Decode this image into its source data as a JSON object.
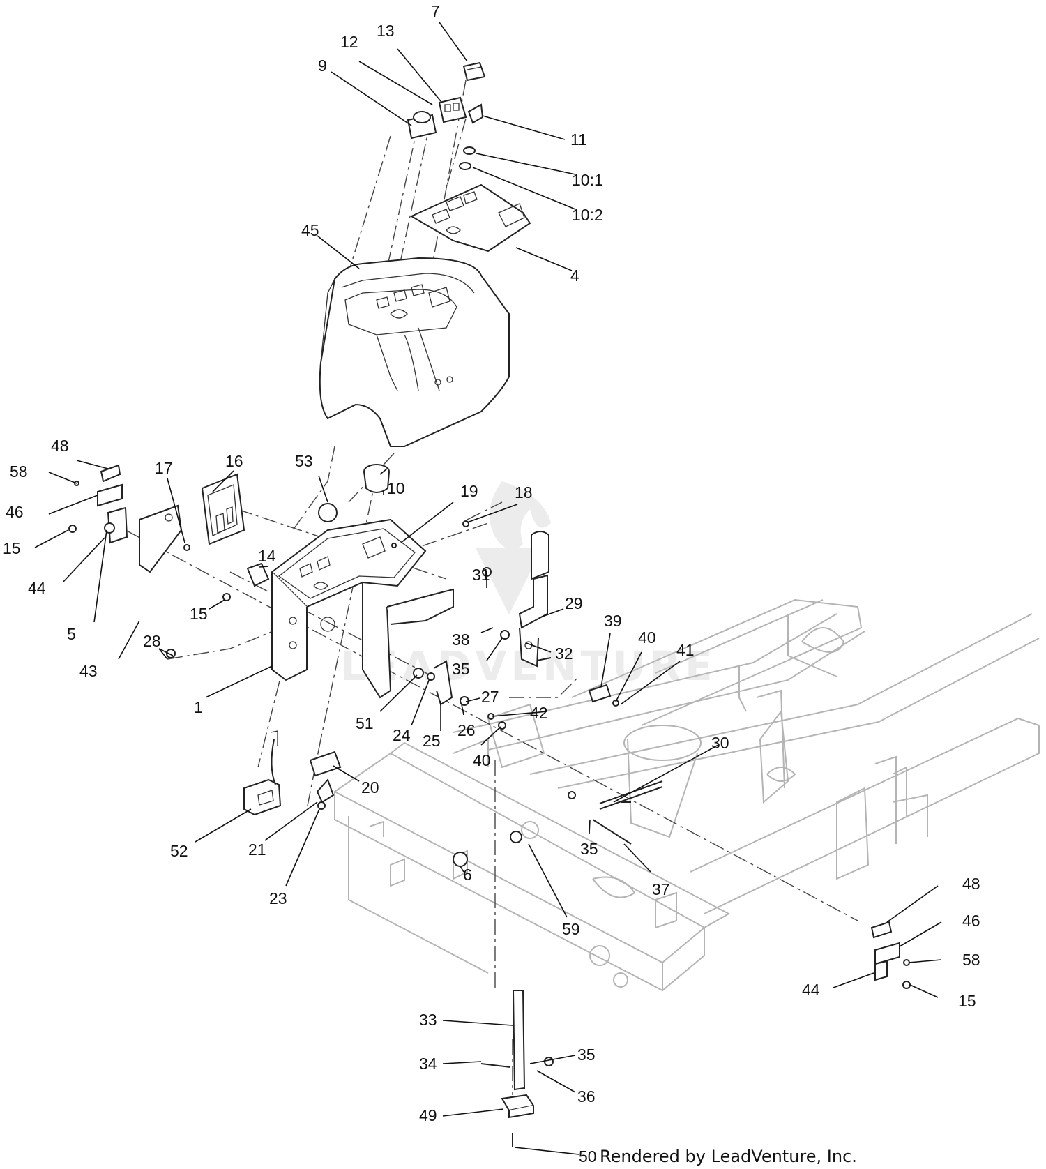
{
  "credit": "Rendered by LeadVenture, Inc.",
  "watermark": "LEADVENTURE",
  "colors": {
    "line": "#111111",
    "frame": "#b4b4b4",
    "watermark": "#ececec"
  },
  "callouts": [
    {
      "id": "7"
    },
    {
      "id": "13"
    },
    {
      "id": "12"
    },
    {
      "id": "9"
    },
    {
      "id": "11"
    },
    {
      "id": "10:1"
    },
    {
      "id": "10:2"
    },
    {
      "id": "45"
    },
    {
      "id": "4"
    },
    {
      "id": "48"
    },
    {
      "id": "58"
    },
    {
      "id": "46"
    },
    {
      "id": "15"
    },
    {
      "id": "44"
    },
    {
      "id": "17"
    },
    {
      "id": "16"
    },
    {
      "id": "53"
    },
    {
      "id": "10"
    },
    {
      "id": "19"
    },
    {
      "id": "18"
    },
    {
      "id": "14"
    },
    {
      "id": "15"
    },
    {
      "id": "5"
    },
    {
      "id": "43"
    },
    {
      "id": "28"
    },
    {
      "id": "1"
    },
    {
      "id": "31"
    },
    {
      "id": "29"
    },
    {
      "id": "38"
    },
    {
      "id": "35"
    },
    {
      "id": "32"
    },
    {
      "id": "39"
    },
    {
      "id": "40"
    },
    {
      "id": "41"
    },
    {
      "id": "51"
    },
    {
      "id": "24"
    },
    {
      "id": "25"
    },
    {
      "id": "26"
    },
    {
      "id": "27"
    },
    {
      "id": "42"
    },
    {
      "id": "40"
    },
    {
      "id": "30"
    },
    {
      "id": "20"
    },
    {
      "id": "52"
    },
    {
      "id": "21"
    },
    {
      "id": "23"
    },
    {
      "id": "6"
    },
    {
      "id": "59"
    },
    {
      "id": "35"
    },
    {
      "id": "37"
    },
    {
      "id": "48"
    },
    {
      "id": "46"
    },
    {
      "id": "58"
    },
    {
      "id": "44"
    },
    {
      "id": "15"
    },
    {
      "id": "33"
    },
    {
      "id": "34"
    },
    {
      "id": "35"
    },
    {
      "id": "36"
    },
    {
      "id": "49"
    },
    {
      "id": "50"
    }
  ]
}
